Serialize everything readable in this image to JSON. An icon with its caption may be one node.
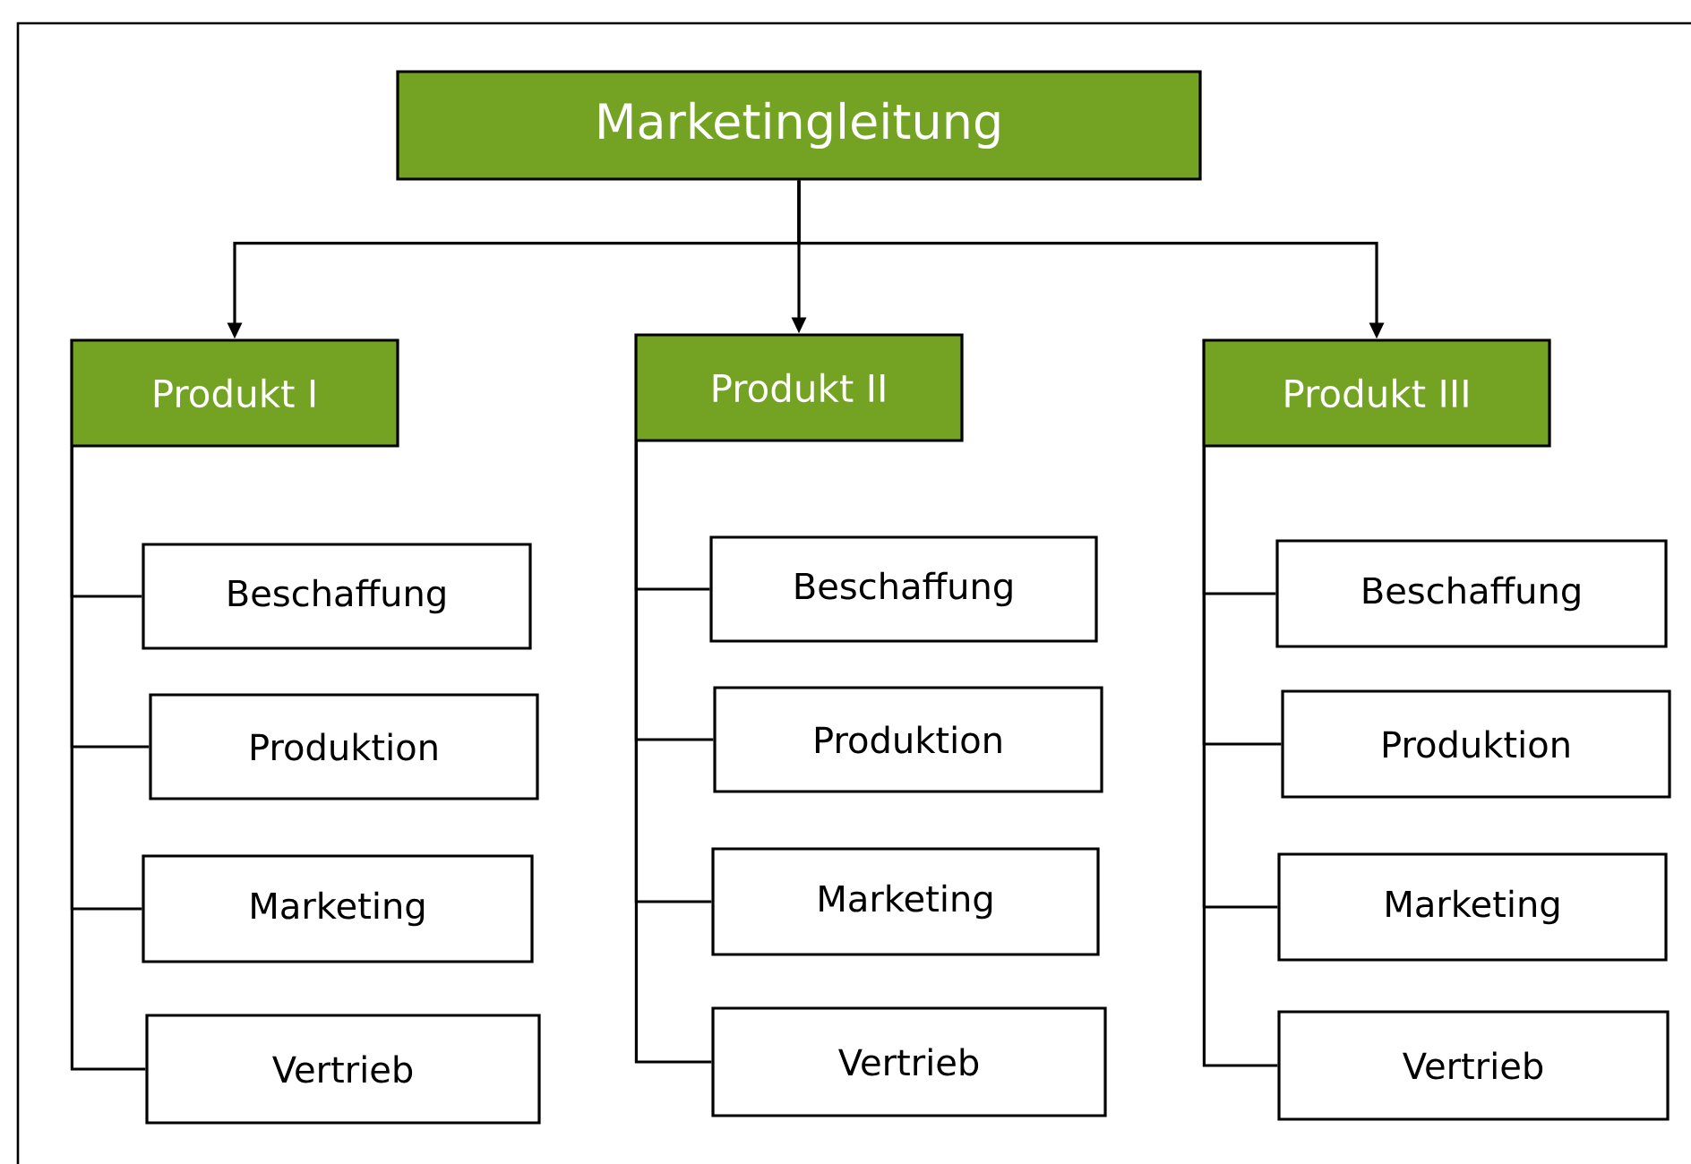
{
  "diagram": {
    "nodes": [
      {
        "text": [
          "Marketingleitung"
        ]
      },
      {
        "text": [
          "Produkt I"
        ]
      },
      {
        "text": [
          "Beschaffung"
        ]
      },
      {
        "text": [
          "Produktion"
        ]
      },
      {
        "text": [
          "Marketing"
        ]
      },
      {
        "text": [
          "Vertrieb"
        ]
      },
      {
        "text": [
          "Produkt II"
        ]
      },
      {
        "text": [
          "Beschaffung"
        ]
      },
      {
        "text": [
          "Produktion"
        ]
      },
      {
        "text": [
          "Marketing"
        ]
      },
      {
        "text": [
          "Vertrieb"
        ]
      },
      {
        "text": [
          "Produkt III"
        ]
      },
      {
        "text": [
          "Beschaffung"
        ]
      },
      {
        "text": [
          "Produktion"
        ]
      },
      {
        "text": [
          "Marketing"
        ]
      },
      {
        "text": [
          "Vertrieb"
        ]
      }
    ],
    "edges": [
      {
        "from": 0,
        "to": 1,
        "arrow": "to"
      },
      {
        "from": 0,
        "to": 6,
        "arrow": "to"
      },
      {
        "from": 0,
        "to": 11,
        "arrow": "to"
      },
      {
        "from": 1,
        "to": 2,
        "arrow": "none"
      },
      {
        "from": 1,
        "to": 3,
        "arrow": "none"
      },
      {
        "from": 1,
        "to": 4,
        "arrow": "none"
      },
      {
        "from": 1,
        "to": 5,
        "arrow": "none"
      },
      {
        "from": 6,
        "to": 7,
        "arrow": "none"
      },
      {
        "from": 6,
        "to": 8,
        "arrow": "none"
      },
      {
        "from": 6,
        "to": 9,
        "arrow": "none"
      },
      {
        "from": 6,
        "to": 10,
        "arrow": "none"
      },
      {
        "from": 11,
        "to": 12,
        "arrow": "none"
      },
      {
        "from": 11,
        "to": 13,
        "arrow": "none"
      },
      {
        "from": 11,
        "to": 14,
        "arrow": "none"
      },
      {
        "from": 11,
        "to": 15,
        "arrow": "none"
      }
    ]
  }
}
